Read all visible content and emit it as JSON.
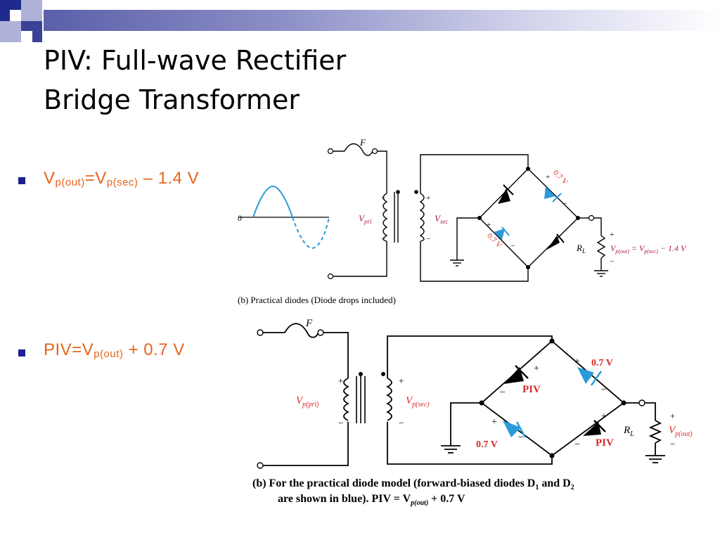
{
  "slide": {
    "title_line1": "PIV: Full-wave Rectifier",
    "title_line2": "Bridge Transformer"
  },
  "bullets": [
    {
      "v1": "V",
      "sub1": "p(out)",
      "eq": "=V",
      "sub2": "p(sec)",
      "rest": " – 1.4 V"
    },
    {
      "pre": "PIV=V",
      "sub1": "p(out)",
      "rest": " + 0.7 V"
    }
  ],
  "figure_top": {
    "fuse_label": "F",
    "zero_label": "0",
    "vpri": "V",
    "vpri_sub": "pri",
    "vsec": "V",
    "vsec_sub": "sec",
    "drop_top": "0.7 V",
    "drop_bottom": "0.7 V",
    "rl": "R",
    "rl_sub": "L",
    "output_eq": "V",
    "output_eq_sub1": "p(out)",
    "output_eq_mid": " = V",
    "output_eq_sub2": "p(sec)",
    "output_eq_end": " − 1.4 V",
    "caption": "(b) Practical diodes (Diode drops included)"
  },
  "figure_bottom": {
    "fuse_label": "F",
    "vpri": "V",
    "vpri_sub": "p(pri)",
    "vsec": "V",
    "vsec_sub": "p(sec)",
    "piv_top": "PIV",
    "piv_bottom": "PIV",
    "drop_top": "0.7 V",
    "drop_bottom": "0.7 V",
    "rl": "R",
    "rl_sub": "L",
    "vout": "V",
    "vout_sub": "p(out)",
    "caption_line1": "(b) For the practical diode model (forward-biased diodes D",
    "caption_d1": "1",
    "caption_and": " and D",
    "caption_d2": "2",
    "caption_line2": "are shown in blue). PIV = V",
    "caption_sub": "p(out)",
    "caption_end": " + 0.7 V"
  },
  "colors": {
    "accent_orange": "#e8641b",
    "bullet_navy": "#1f1f8f",
    "diode_blue": "#2a9bd8",
    "label_red": "#d62828",
    "label_magenta": "#b0195a"
  }
}
